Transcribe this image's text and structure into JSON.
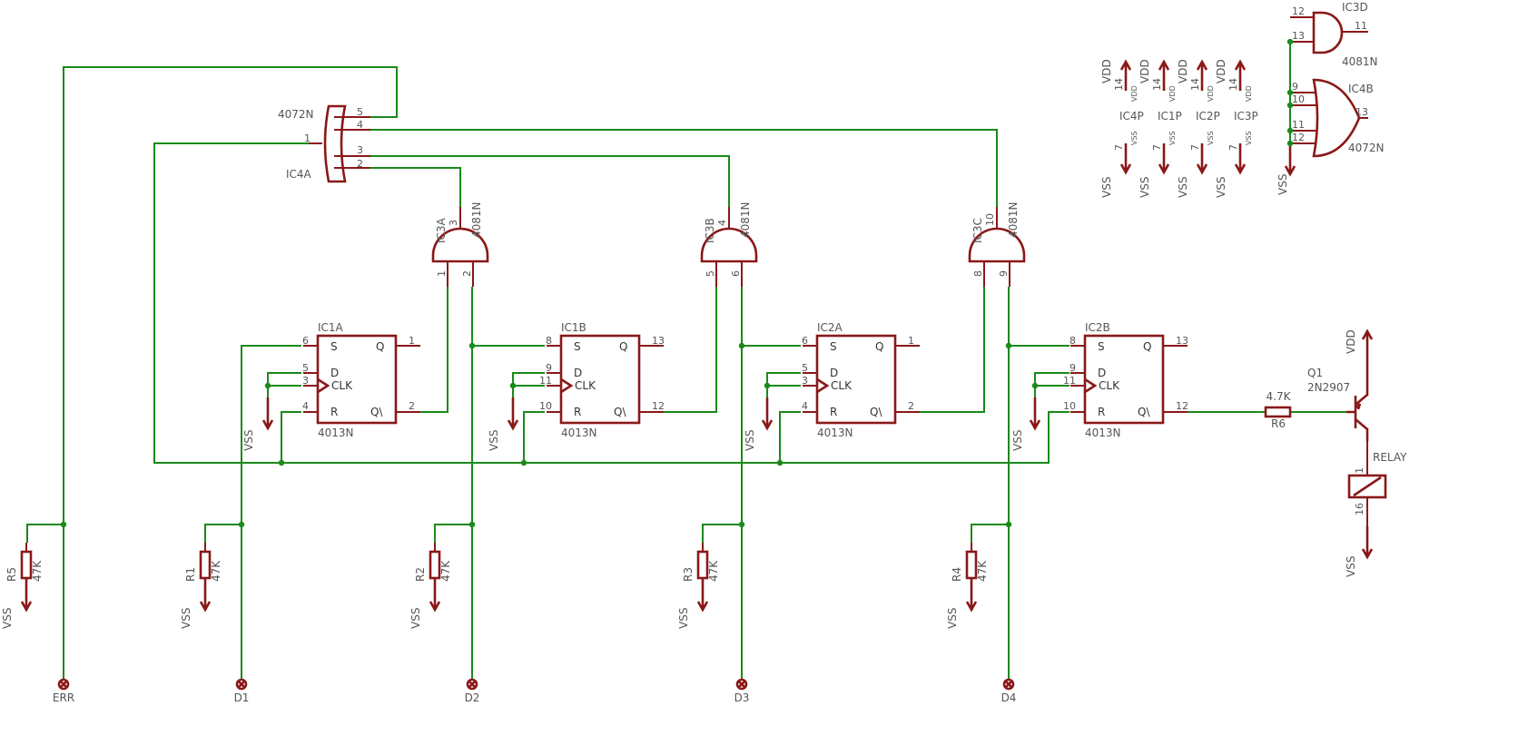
{
  "colors": {
    "wire": "#1a8a1a",
    "symbol": "#8a1818",
    "text": "#555555"
  },
  "ffs": [
    {
      "name": "IC1A",
      "value": "4013N",
      "s": "6",
      "d": "5",
      "clk": "3",
      "r": "4",
      "q": "1",
      "qn": "2"
    },
    {
      "name": "IC1B",
      "value": "4013N",
      "s": "8",
      "d": "9",
      "clk": "11",
      "r": "10",
      "q": "13",
      "qn": "12"
    },
    {
      "name": "IC2A",
      "value": "4013N",
      "s": "6",
      "d": "5",
      "clk": "3",
      "r": "4",
      "q": "1",
      "qn": "2"
    },
    {
      "name": "IC2B",
      "value": "4013N",
      "s": "8",
      "d": "9",
      "clk": "11",
      "r": "10",
      "q": "13",
      "qn": "12"
    }
  ],
  "ff_pin_labels": {
    "s": "S",
    "q": "Q",
    "d": "D",
    "clk": "CLK",
    "r": "R",
    "qn": "Q\\"
  },
  "ands": [
    {
      "name": "IC3A",
      "value": "4081N",
      "out": "3",
      "in1": "1",
      "in2": "2"
    },
    {
      "name": "IC3B",
      "value": "4081N",
      "out": "4",
      "in1": "5",
      "in2": "6"
    },
    {
      "name": "IC3C",
      "value": "4081N",
      "out": "10",
      "in1": "8",
      "in2": "9"
    }
  ],
  "or_main": {
    "name": "IC4A",
    "value": "4072N",
    "p1": "1",
    "p2": "2",
    "p3": "3",
    "p4": "4",
    "p5": "5"
  },
  "and_top": {
    "name": "IC3D",
    "value": "4081N",
    "a": "12",
    "b": "13",
    "out": "11"
  },
  "or_top": {
    "name": "IC4B",
    "value": "4072N",
    "a": "9",
    "b": "10",
    "c": "11",
    "d": "12",
    "out": "13"
  },
  "power_parts": [
    {
      "name": "IC4P",
      "vdd_pin": "14",
      "vss_pin": "7"
    },
    {
      "name": "IC1P",
      "vdd_pin": "14",
      "vss_pin": "7"
    },
    {
      "name": "IC2P",
      "vdd_pin": "14",
      "vss_pin": "7"
    },
    {
      "name": "IC3P",
      "vdd_pin": "14",
      "vss_pin": "7"
    }
  ],
  "supply": {
    "vdd": "VDD",
    "vss": "VSS"
  },
  "resistors": [
    {
      "name": "R5",
      "value": "47K"
    },
    {
      "name": "R1",
      "value": "47K"
    },
    {
      "name": "R2",
      "value": "47K"
    },
    {
      "name": "R3",
      "value": "47K"
    },
    {
      "name": "R4",
      "value": "47K"
    }
  ],
  "r6": {
    "name": "R6",
    "value": "4.7K"
  },
  "q1": {
    "name": "Q1",
    "value": "2N2907"
  },
  "relay": {
    "name": "RELAY",
    "pin1": "1",
    "pin16": "16"
  },
  "connectors": [
    "ERR",
    "D1",
    "D2",
    "D3",
    "D4"
  ]
}
